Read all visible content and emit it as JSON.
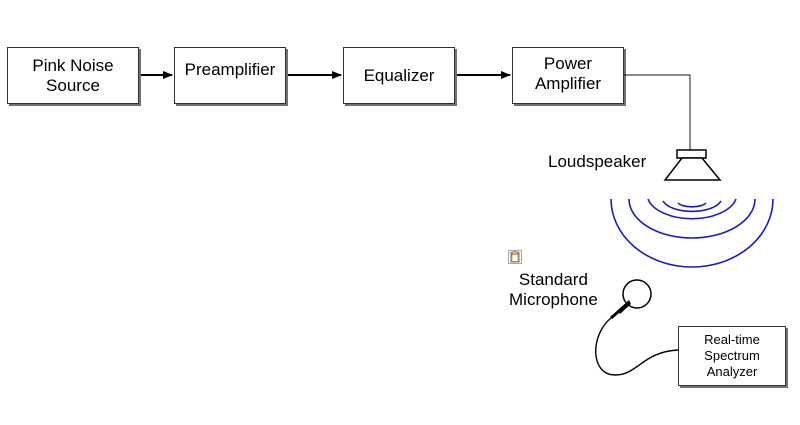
{
  "blocks": {
    "pink_noise_source": "Pink Noise\nSource",
    "preamplifier": "Preamplifier",
    "equalizer": "Equalizer",
    "power_amplifier": "Power\nAmplifier",
    "spectrum_analyzer": "Real-time\nSpectrum\nAnalyzer"
  },
  "labels": {
    "loudspeaker": "Loudspeaker",
    "microphone": "Standard\nMicrophone"
  },
  "colors": {
    "sound_waves": "#1a1acc",
    "lines": "#000000"
  },
  "icons": {
    "clipboard": "clipboard-icon"
  }
}
